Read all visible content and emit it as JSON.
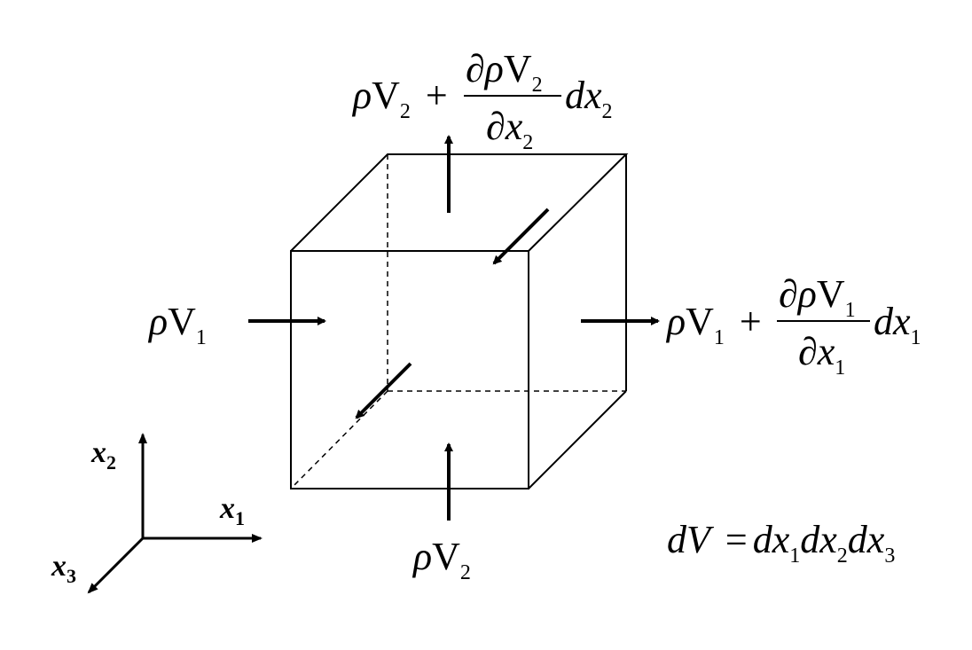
{
  "labels": {
    "rho": "ρ",
    "v": "V",
    "plus": "+",
    "partial": "∂",
    "d": "d",
    "x": "x",
    "sub1": "1",
    "sub2": "2",
    "sub3": "3",
    "eq": "=",
    "dV_d": "dV"
  },
  "axes": {
    "x1": "x",
    "x1_sub": "1",
    "x2": "x",
    "x2_sub": "2",
    "x3": "x",
    "x3_sub": "3"
  },
  "colors": {
    "line": "#000000",
    "background": "#ffffff"
  }
}
